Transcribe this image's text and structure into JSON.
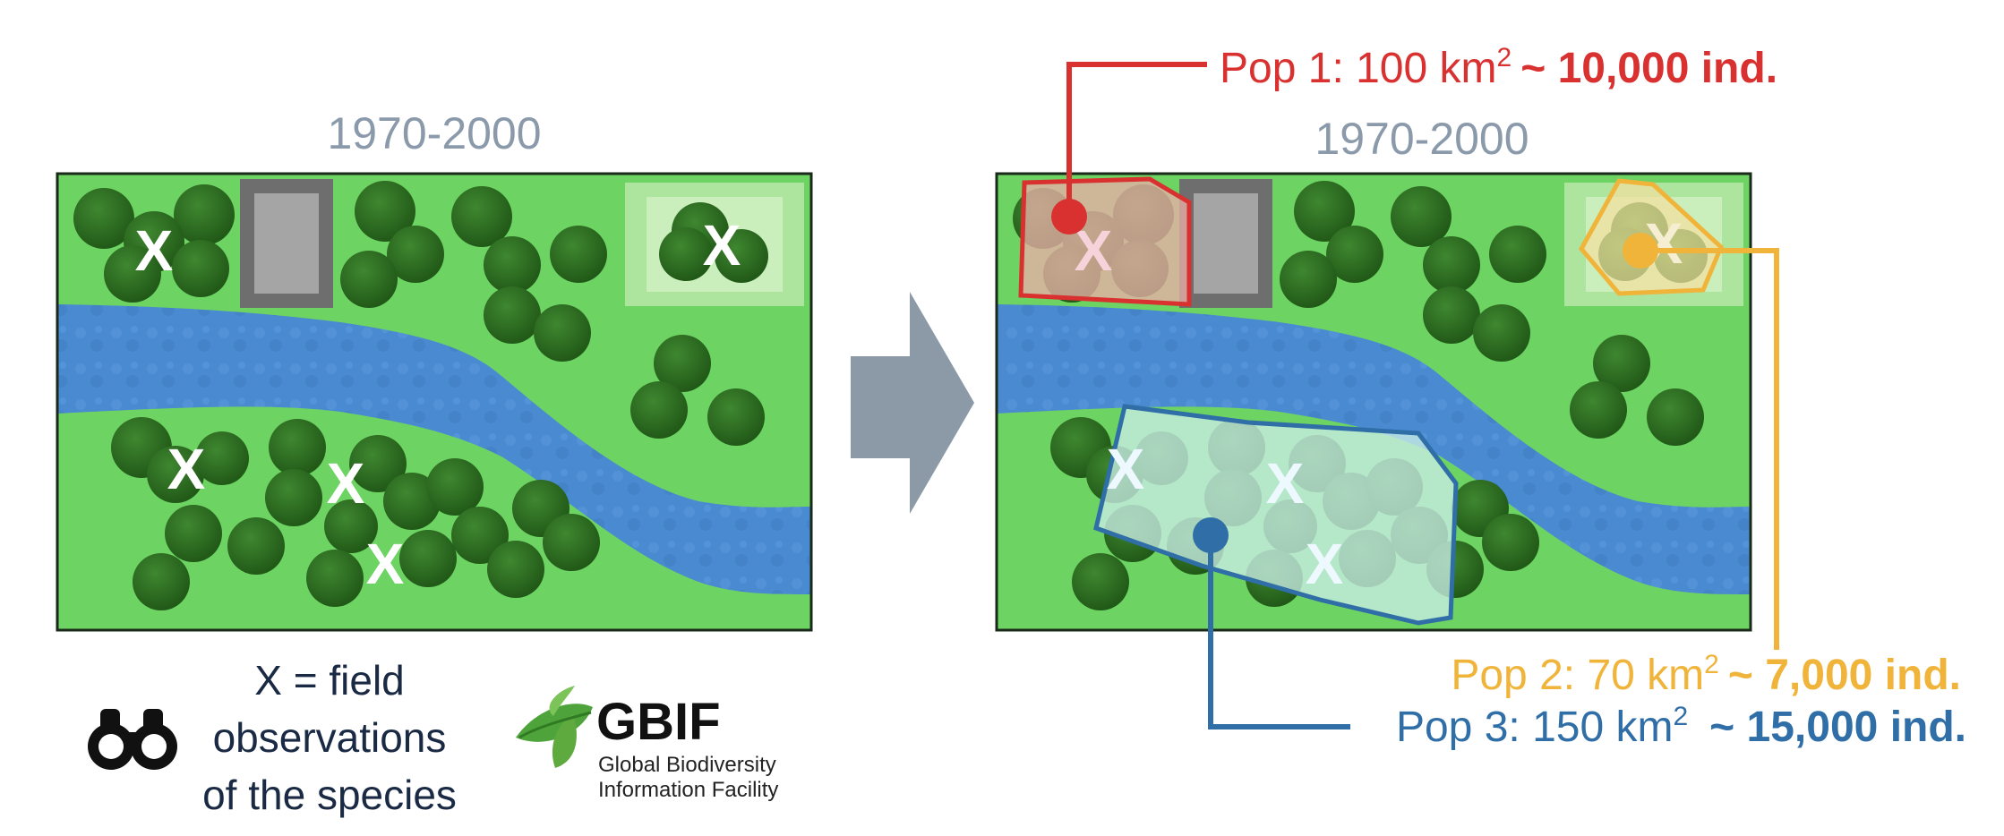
{
  "left_panel": {
    "title": "1970-2000",
    "observation_marks": [
      "X",
      "X",
      "X",
      "X",
      "X"
    ]
  },
  "right_panel": {
    "title": "1970-2000",
    "observation_marks": [
      "X",
      "X",
      "X",
      "X",
      "X"
    ]
  },
  "populations": [
    {
      "label": "Pop 1: 100 km",
      "sup": "2",
      "estimate": "~ 10,000 ind.",
      "color": "#d93030",
      "fill": "#e8b0a6"
    },
    {
      "label": "Pop 2: 70 km",
      "sup": "2",
      "estimate": "~ 7,000 ind.",
      "color": "#f0b43a",
      "fill": "#f3e0a0"
    },
    {
      "label": "Pop 3: 150 km",
      "sup": "2",
      "estimate": "~ 15,000 ind.",
      "color": "#2f6ea6",
      "fill": "#c9ede6"
    }
  ],
  "legend": {
    "line1": "X = field",
    "line2": "observations",
    "line3": "of the species",
    "icon": "binoculars-icon"
  },
  "gbif": {
    "name": "GBIF",
    "sub1": "Global Biodiversity",
    "sub2": "Information Facility",
    "icon": "leaf-icon"
  },
  "colors": {
    "grass": "#6dd363",
    "river": "#4a8ad0",
    "tree": "#2f6a22",
    "building": "#6e6e6e",
    "arrow": "#8c9aa8",
    "title": "#8a9aab"
  }
}
